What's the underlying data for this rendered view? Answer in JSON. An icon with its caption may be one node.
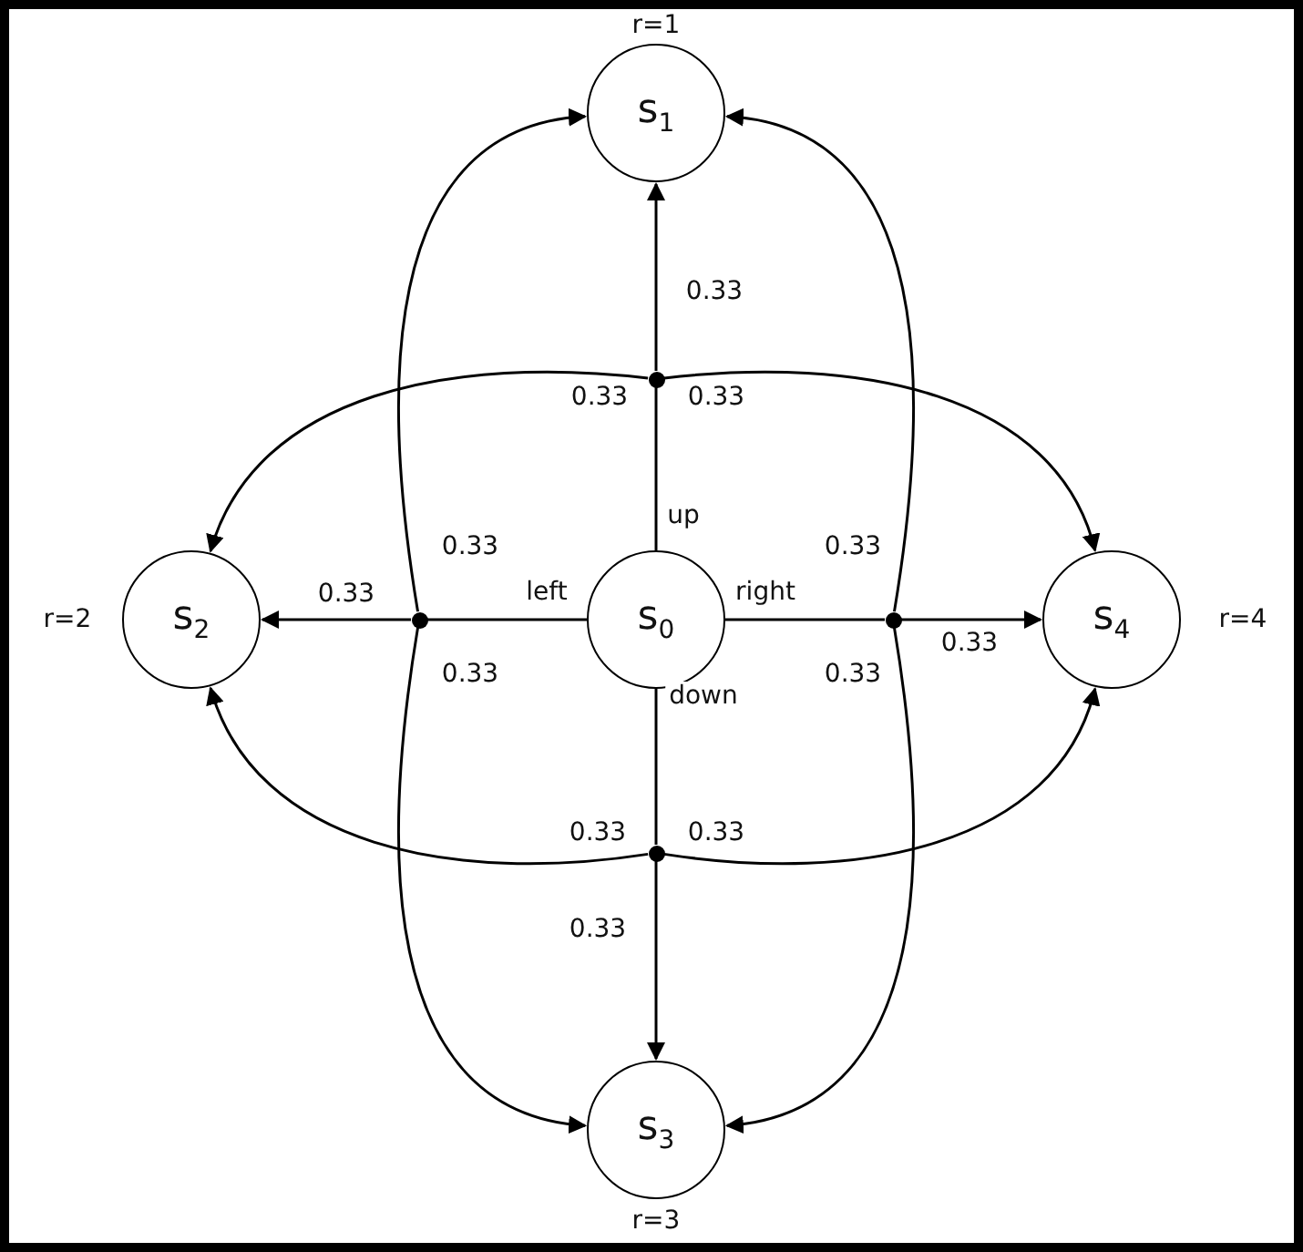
{
  "diagram": {
    "nodes": [
      {
        "text": [
          "s$_{1}$"
        ],
        "beside": [
          "r=1"
        ]
      },
      {
        "text": [],
        "shape": "circle"
      },
      {
        "text": [
          "s$_{2}$"
        ],
        "beside": [
          "r=2"
        ]
      },
      {
        "text": [],
        "shape": "circle"
      },
      {
        "text": [
          "s$_{0}$"
        ]
      },
      {
        "text": [],
        "shape": "circle"
      },
      {
        "text": [
          "s$_{4}$"
        ],
        "beside": [
          "r=4"
        ]
      },
      {
        "text": [],
        "shape": "circle"
      },
      {
        "text": [
          "s$_{3}$"
        ],
        "beside": [
          "r=3"
        ]
      }
    ],
    "edges": [
      {
        "from": 4,
        "to": 1,
        "arrow": "none",
        "label": "up"
      },
      {
        "from": 4,
        "to": 3,
        "arrow": "none",
        "label": "left"
      },
      {
        "from": 4,
        "to": 5,
        "arrow": "none",
        "label": "right"
      },
      {
        "from": 4,
        "to": 7,
        "arrow": "none",
        "label": "down"
      },
      {
        "from": 1,
        "to": 0,
        "arrow": "to",
        "label": "0.33"
      },
      {
        "from": 1,
        "to": 2,
        "arrow": "to",
        "label": "0.33"
      },
      {
        "from": 1,
        "to": 6,
        "arrow": "to",
        "label": "0.33"
      },
      {
        "from": 3,
        "to": 2,
        "arrow": "to",
        "label": "0.33"
      },
      {
        "from": 3,
        "to": 0,
        "arrow": "to",
        "label": "0.33"
      },
      {
        "from": 3,
        "to": 8,
        "arrow": "to",
        "label": "0.33"
      },
      {
        "from": 5,
        "to": 6,
        "arrow": "to",
        "label": "0.33"
      },
      {
        "from": 5,
        "to": 0,
        "arrow": "to",
        "label": "0.33"
      },
      {
        "from": 5,
        "to": 8,
        "arrow": "to",
        "label": "0.33"
      },
      {
        "from": 7,
        "to": 8,
        "arrow": "to",
        "label": "0.33"
      },
      {
        "from": 7,
        "to": 2,
        "arrow": "to",
        "label": "0.33"
      },
      {
        "from": 7,
        "to": 6,
        "arrow": "to",
        "label": "0.33"
      }
    ]
  }
}
